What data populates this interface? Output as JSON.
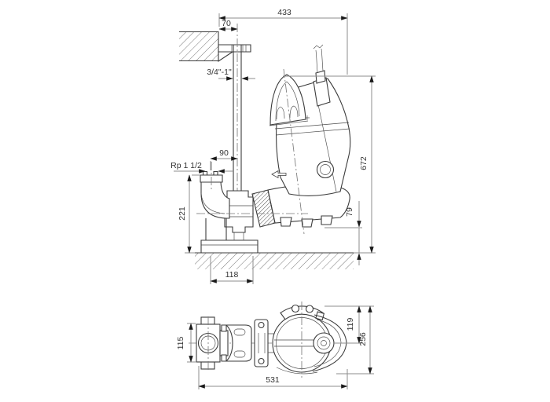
{
  "side_view": {
    "dim_overall_width": "433",
    "dim_bracket_offset": "70",
    "dim_pipe_size": "3/4\"-1\"",
    "dim_guide_offset": "90",
    "dim_outlet_thread": "Rp 1 1/2",
    "dim_outlet_height": "221",
    "dim_overall_height": "672",
    "dim_floor_clearance": "79",
    "dim_base_width": "118"
  },
  "plan_view": {
    "dim_flange_width": "115",
    "dim_center_to_top": "119",
    "dim_overall_depth": "256",
    "dim_overall_length": "531"
  },
  "colors": {
    "background": "#ffffff",
    "outline": "#3c3c3c",
    "dimension_line": "#8c8c8c",
    "centerline": "#7a7a7a",
    "arrowhead": "#1a1a1a",
    "text": "#333333"
  }
}
